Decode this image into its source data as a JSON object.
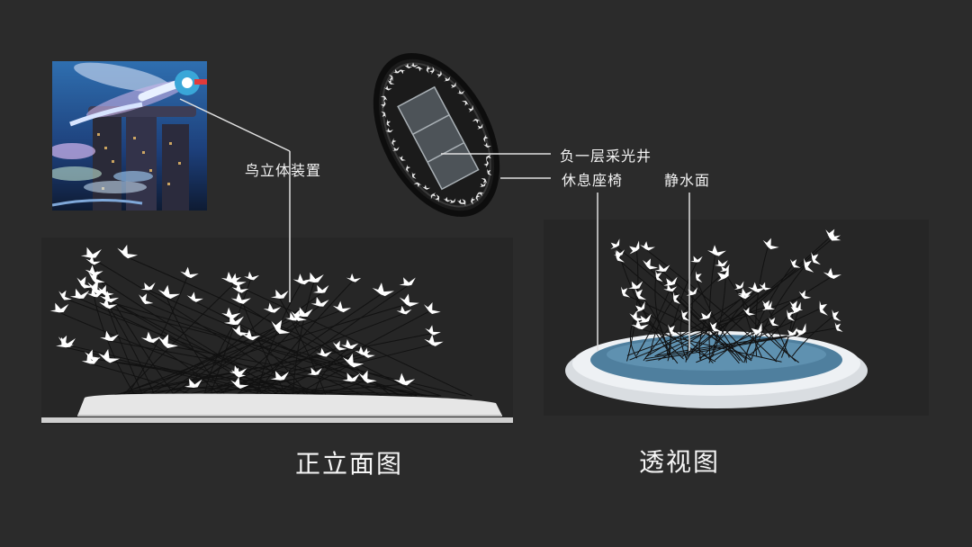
{
  "labels": {
    "bird_installation": "鸟立体装置",
    "skylight": "负一层采光井",
    "bench": "休息座椅",
    "still_water": "静水面"
  },
  "captions": {
    "front_elevation": "正立面图",
    "perspective": "透视图"
  },
  "colors": {
    "background": "#2b2b2b",
    "panel": "#262626",
    "water": "#4f7f9e",
    "basin": "#e9ecef"
  }
}
